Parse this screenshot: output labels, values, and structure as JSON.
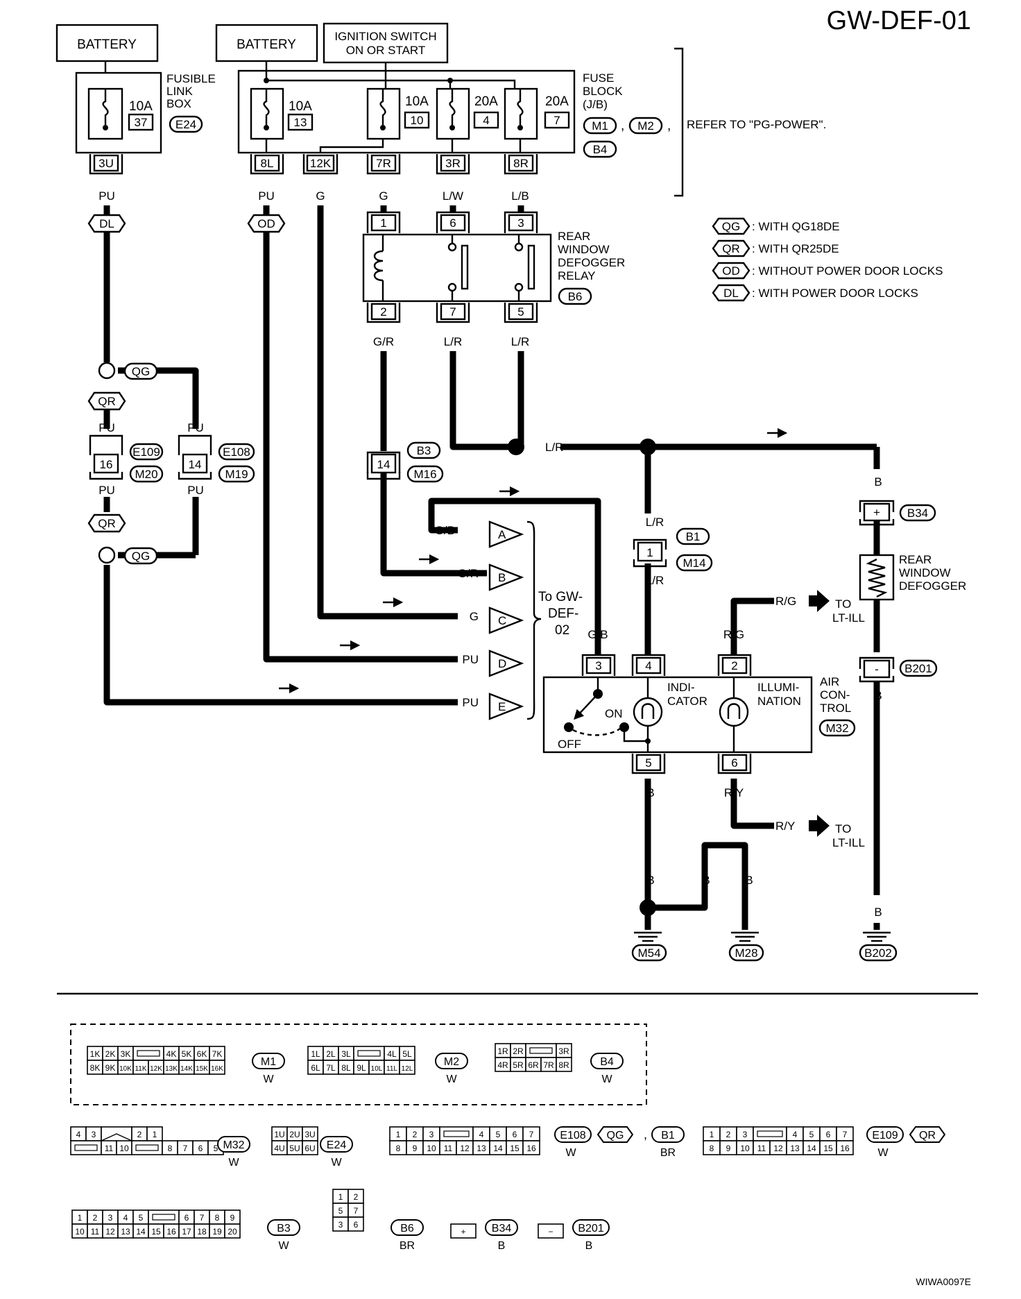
{
  "page_code": "GW-DEF-01",
  "figure_id": "WIWA0097E",
  "sources": {
    "battery_1": "BATTERY",
    "battery_2": "BATTERY",
    "ignition_line1": "IGNITION SWITCH",
    "ignition_line2": "ON OR START"
  },
  "fusible_link_box": {
    "label_lines": [
      "FUSIBLE",
      "LINK",
      "BOX"
    ],
    "connector": "E24",
    "fuse_rating": "10A",
    "fuse_no": "37",
    "terminal": "3U",
    "wire": "PU"
  },
  "fuse_block": {
    "label_lines": [
      "FUSE",
      "BLOCK",
      "(J/B)"
    ],
    "connectors": [
      "M1",
      "M2",
      "B4"
    ],
    "fuses": [
      {
        "rating": "10A",
        "no": "13",
        "terminal": "8L",
        "wire": "PU"
      },
      {
        "rating": "10A",
        "no": "10",
        "terminal": "7R",
        "wire": "G"
      },
      {
        "rating": "20A",
        "no": "4",
        "terminal": "3R",
        "wire": "L/W"
      },
      {
        "rating": "20A",
        "no": "7",
        "terminal": "8R",
        "wire": "L/B"
      }
    ],
    "extra_terminal": "12K",
    "extra_wire": "G",
    "refer_text": "REFER TO \"PG-POWER\"."
  },
  "relay": {
    "label_lines": [
      "REAR",
      "WINDOW",
      "DEFOGGER",
      "RELAY"
    ],
    "connector": "B6",
    "top_terminals": [
      "1",
      "6",
      "3"
    ],
    "bottom_terminals": [
      "2",
      "7",
      "5"
    ],
    "bottom_wires": [
      "G/R",
      "L/R",
      "L/R"
    ]
  },
  "legend": [
    {
      "code": "QG",
      "text": ": WITH QG18DE"
    },
    {
      "code": "QR",
      "text": ": WITH QR25DE"
    },
    {
      "code": "OD",
      "text": ": WITHOUT POWER DOOR LOCKS"
    },
    {
      "code": "DL",
      "text": ": WITH POWER DOOR LOCKS"
    }
  ],
  "codes": {
    "dl": "DL",
    "od": "OD",
    "qg": "QG",
    "qr": "QR"
  },
  "left_branch": {
    "wire": "PU",
    "conn_16": "16",
    "conn_14": "14",
    "e109": "E109",
    "m20": "M20",
    "e108": "E108",
    "m19": "M19"
  },
  "junction": {
    "conn": "14",
    "b3": "B3",
    "m16": "M16",
    "lr_label": "L/R"
  },
  "to_gw_def_02": {
    "label_lines": [
      "To GW-",
      "DEF-",
      "02"
    ],
    "rows": [
      {
        "wire": "G/B",
        "letter": "A"
      },
      {
        "wire": "G/R",
        "letter": "B"
      },
      {
        "wire": "G",
        "letter": "C"
      },
      {
        "wire": "PU",
        "letter": "D"
      },
      {
        "wire": "PU",
        "letter": "E"
      }
    ]
  },
  "b1_conn": {
    "pin": "1",
    "b1": "B1",
    "m14": "M14",
    "wire_top": "L/R",
    "wire_bot": "L/R"
  },
  "defogger": {
    "label_lines": [
      "REAR",
      "WINDOW",
      "DEFOGGER"
    ],
    "plus": "+",
    "minus": "-",
    "b34": "B34",
    "b201": "B201",
    "wire": "B"
  },
  "air_control": {
    "label_lines": [
      "AIR",
      "CON-",
      "TROL"
    ],
    "connector": "M32",
    "pins_top": [
      "3",
      "4",
      "2"
    ],
    "wires_top": [
      "G/B",
      "",
      "R/G"
    ],
    "pins_bottom": [
      "5",
      "6"
    ],
    "wires_bottom": [
      "B",
      "R/Y"
    ],
    "indicator": [
      "INDI-",
      "CATOR"
    ],
    "illumination": [
      "ILLUMI-",
      "NATION"
    ],
    "on": "ON",
    "off": "OFF"
  },
  "lt_ill": {
    "to": "TO",
    "target": "LT-ILL",
    "rg_wire": "R/G",
    "ry_wire": "R/Y"
  },
  "grounds": {
    "m54": "M54",
    "m28": "M28",
    "b202": "B202",
    "wire": "B"
  },
  "connector_views": [
    {
      "id": "M1",
      "color": "W",
      "rows": [
        [
          "1K",
          "2K",
          "3K",
          "",
          "4K",
          "5K",
          "6K",
          "7K"
        ],
        [
          "8K",
          "9K",
          "10K",
          "11K",
          "12K",
          "13K",
          "14K",
          "15K",
          "16K"
        ]
      ]
    },
    {
      "id": "M2",
      "color": "W",
      "rows": [
        [
          "1L",
          "2L",
          "3L",
          "",
          "4L",
          "5L"
        ],
        [
          "6L",
          "7L",
          "8L",
          "9L",
          "10L",
          "11L",
          "12L"
        ]
      ]
    },
    {
      "id": "B4",
      "color": "W",
      "rows": [
        [
          "1R",
          "2R",
          "",
          "3R"
        ],
        [
          "4R",
          "5R",
          "6R",
          "7R",
          "8R"
        ]
      ]
    },
    {
      "id": "M32",
      "color": "W",
      "rows": [
        [
          "4",
          "3",
          "",
          "2",
          "1"
        ],
        [
          "",
          "11",
          "10",
          "",
          "8",
          "7",
          "6",
          "5"
        ]
      ]
    },
    {
      "id": "E24",
      "color": "W",
      "rows": [
        [
          "1U",
          "2U",
          "3U"
        ],
        [
          "4U",
          "5U",
          "6U"
        ]
      ]
    },
    {
      "id": "E108",
      "alt": "QG",
      "alt_id": "B1",
      "color": "W",
      "alt_color": "BR",
      "rows": [
        [
          "1",
          "2",
          "3",
          "",
          "4",
          "5",
          "6",
          "7"
        ],
        [
          "8",
          "9",
          "10",
          "11",
          "12",
          "13",
          "14",
          "15",
          "16"
        ]
      ]
    },
    {
      "id": "E109",
      "alt": "QR",
      "color": "W",
      "rows": [
        [
          "1",
          "2",
          "3",
          "",
          "4",
          "5",
          "6",
          "7"
        ],
        [
          "8",
          "9",
          "10",
          "11",
          "12",
          "13",
          "14",
          "15",
          "16"
        ]
      ]
    },
    {
      "id": "B3",
      "color": "W",
      "rows": [
        [
          "1",
          "2",
          "3",
          "4",
          "5",
          "",
          "6",
          "7",
          "8",
          "9"
        ],
        [
          "10",
          "11",
          "12",
          "13",
          "14",
          "15",
          "16",
          "17",
          "18",
          "19",
          "20"
        ]
      ]
    },
    {
      "id": "B6",
      "color": "BR",
      "rows": [
        [
          "1",
          "2"
        ],
        [
          "5",
          "7"
        ],
        [
          "3",
          "6"
        ]
      ]
    },
    {
      "id": "B34",
      "color": "B",
      "rows": [
        [
          "+"
        ]
      ]
    },
    {
      "id": "B201",
      "color": "B",
      "rows": [
        [
          "−"
        ]
      ]
    }
  ]
}
